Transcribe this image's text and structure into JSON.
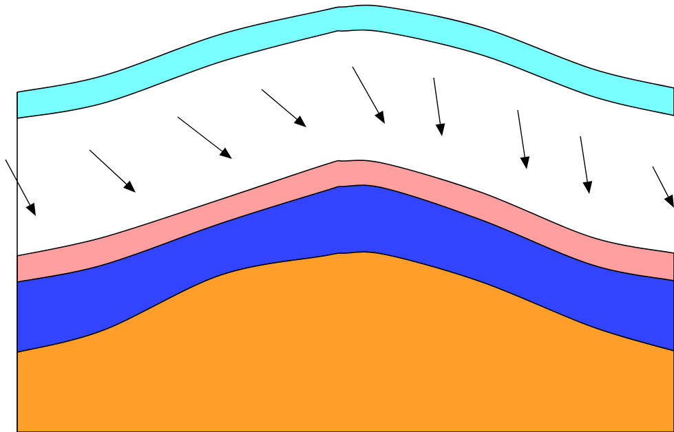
{
  "diagram": {
    "layers": [
      {
        "name": "top-layer",
        "color": "#7affff"
      },
      {
        "name": "gap-layer",
        "color": "#ffffff"
      },
      {
        "name": "pink-layer",
        "color": "#ff9f9f"
      },
      {
        "name": "blue-layer",
        "color": "#3344ff"
      },
      {
        "name": "orange-layer",
        "color": "#ff9f2a"
      }
    ],
    "arrow_count": 9,
    "outline_color": "#000000",
    "arrow_color": "#000000"
  }
}
